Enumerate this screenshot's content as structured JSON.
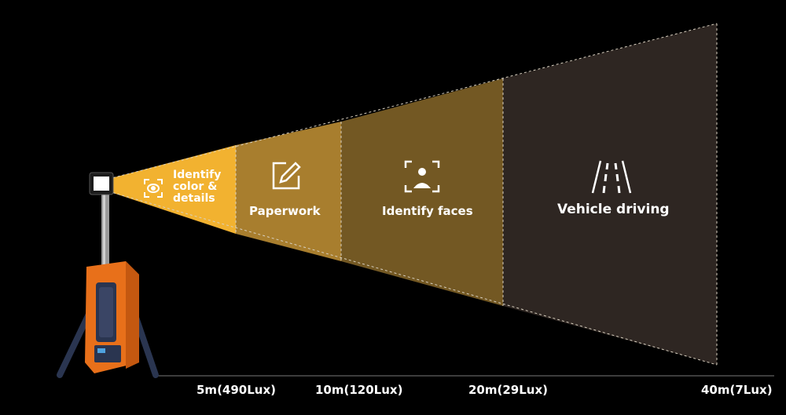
{
  "zones": [
    {
      "id": "zone-1",
      "label_lines": [
        "Identify",
        "color &",
        "details"
      ],
      "icon": "eye-detail-icon",
      "color": "#f2b230"
    },
    {
      "id": "zone-2",
      "label_lines": [
        "Paperwork"
      ],
      "icon": "pencil-edit-icon",
      "color": "#a87e2e"
    },
    {
      "id": "zone-3",
      "label_lines": [
        "Identify faces"
      ],
      "icon": "face-scan-icon",
      "color": "#735823"
    },
    {
      "id": "zone-4",
      "label_lines": [
        "Vehicle driving"
      ],
      "icon": "road-icon",
      "color": "#2e2622"
    }
  ],
  "distances": [
    {
      "label": "5m(490Lux)"
    },
    {
      "label": "10m(120Lux)"
    },
    {
      "label": "20m(29Lux)"
    },
    {
      "label": "40m(7Lux)"
    }
  ],
  "colors": {
    "background": "#000000",
    "device_orange": "#e8701a",
    "device_dark": "#2a3550",
    "text": "#ffffff"
  }
}
